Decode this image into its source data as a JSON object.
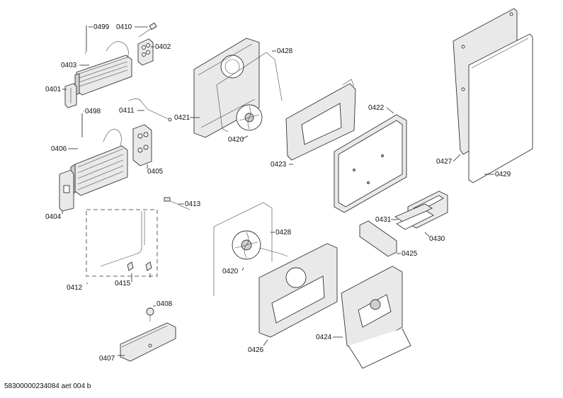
{
  "footer": "58300000234084 aet 004 b",
  "labels": {
    "p0499": "0499",
    "p0410": "0410",
    "p0402": "0402",
    "p0403": "0403",
    "p0401": "0401",
    "p0498": "0498",
    "p0411": "0411",
    "p0406": "0406",
    "p0405": "0405",
    "p0404": "0404",
    "p0413": "0413",
    "p0412": "0412",
    "p0415": "0415",
    "p0408": "0408",
    "p0407": "0407",
    "p0428a": "0428",
    "p0421": "0421",
    "p0420a": "0420",
    "p0423": "0423",
    "p0422": "0422",
    "p0427": "0427",
    "p0429": "0429",
    "p0431": "0431",
    "p0430": "0430",
    "p0425": "0425",
    "p0428b": "0428",
    "p0420b": "0420",
    "p0426": "0426",
    "p0424": "0424"
  }
}
